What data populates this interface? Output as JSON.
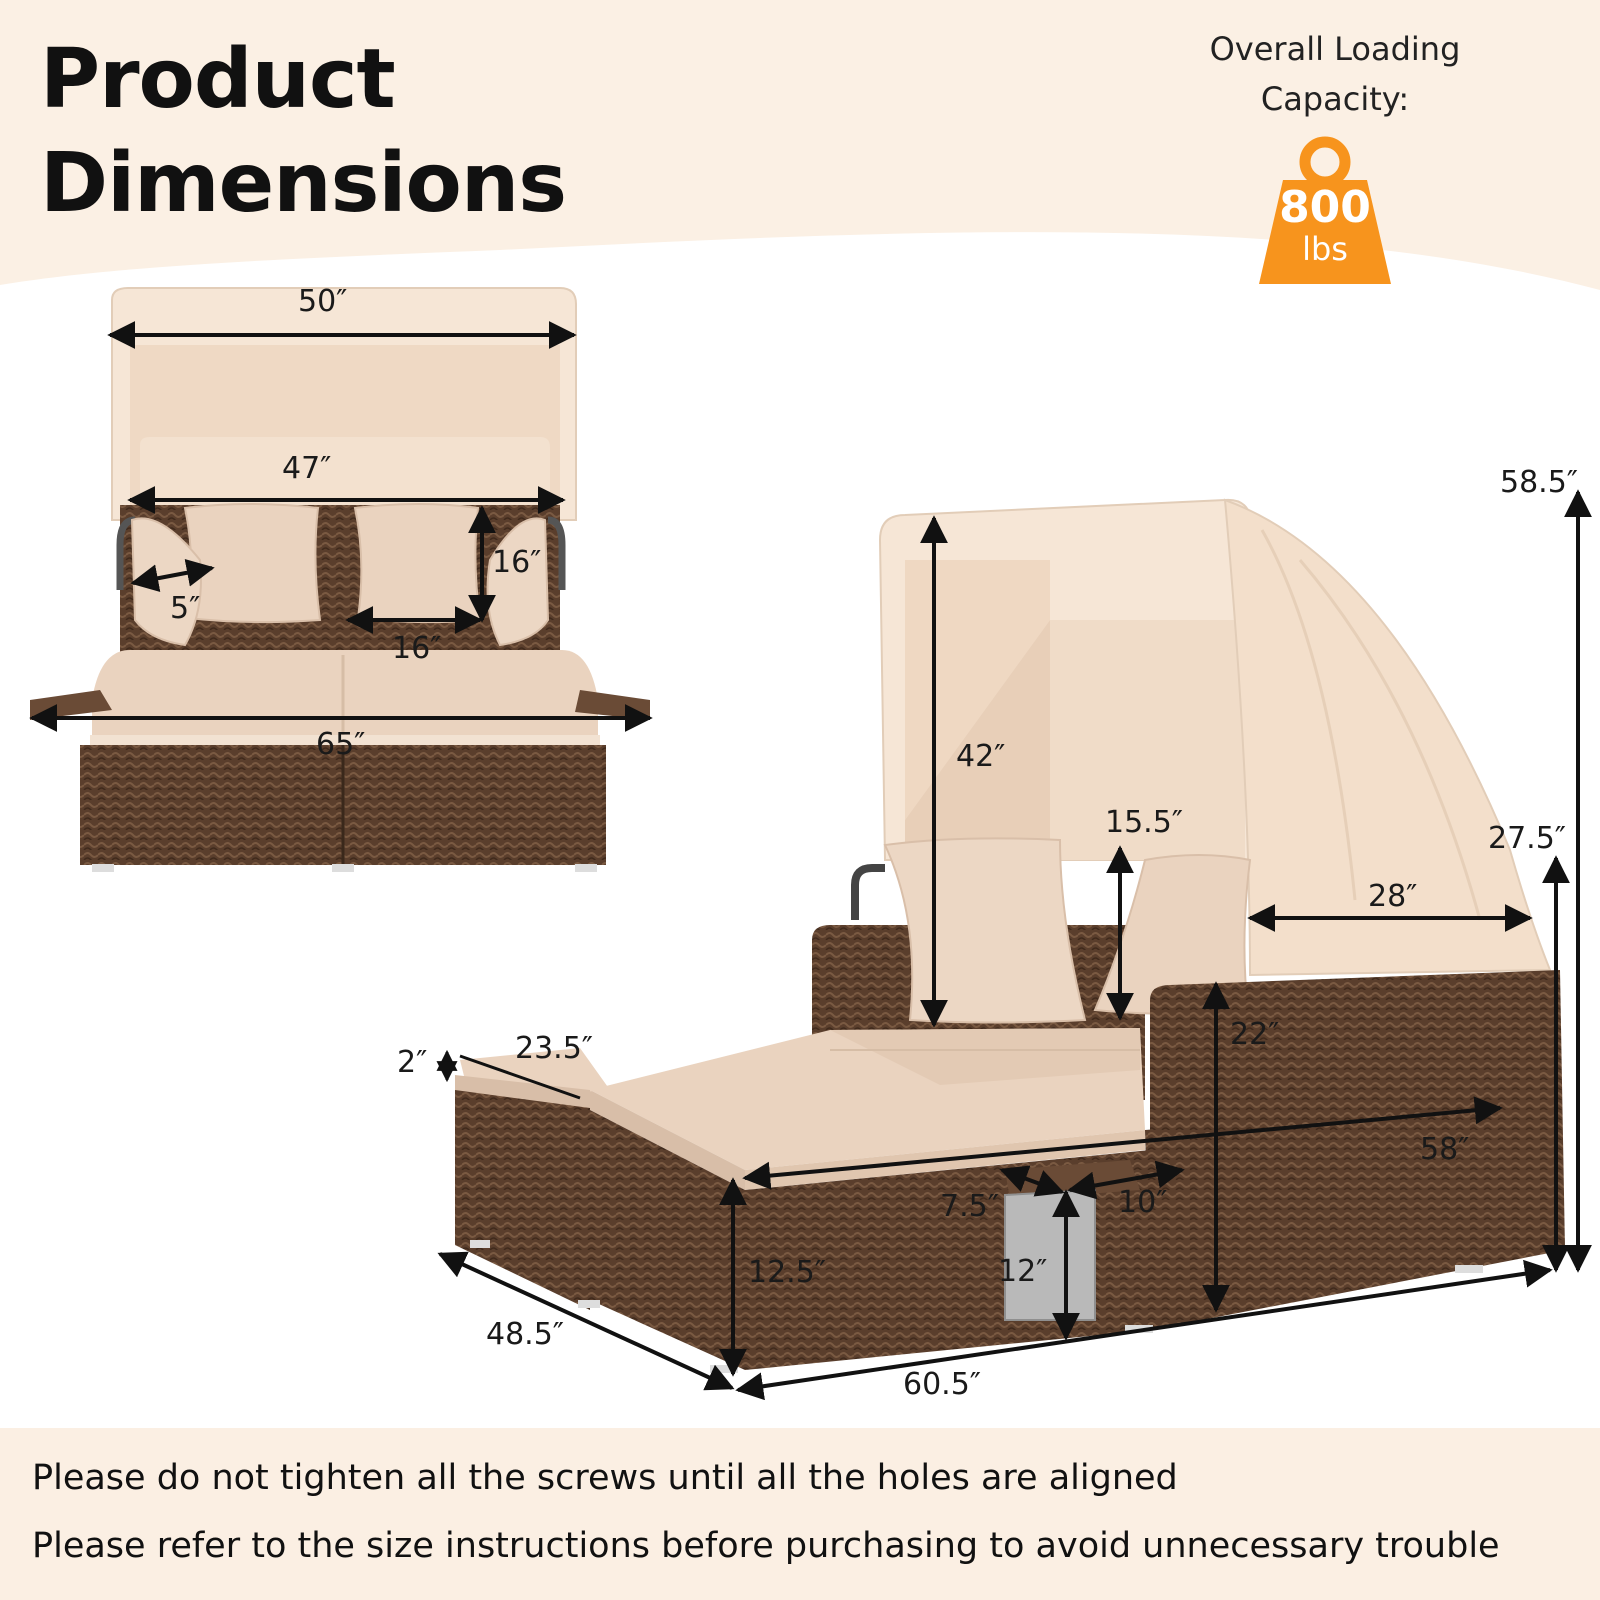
{
  "header": {
    "title_line1": "Product",
    "title_line2": "Dimensions",
    "capacity_label_line1": "Overall Loading",
    "capacity_label_line2": "Capacity:",
    "capacity_value": "800",
    "capacity_unit": "lbs"
  },
  "front_view": {
    "canopy_width": "50″",
    "inner_width": "47″",
    "armrest_depth": "5″",
    "pillow_height": "16″",
    "pillow_width": "16″",
    "extended_width": "65″"
  },
  "side_view": {
    "overall_height": "58.5″",
    "canopy_height": "42″",
    "pillow_height": "15.5″",
    "canopy_extension_height": "27.5″",
    "canopy_depth": "28″",
    "backrest_height": "22″",
    "cushion_thickness": "2″",
    "ottoman_depth": "23.5″",
    "length": "58″",
    "tray_depth": "7.5″",
    "tray_width": "10″",
    "tray_height": "12″",
    "seat_height": "12.5″",
    "width": "48.5″",
    "overall_length": "60.5″"
  },
  "footer": {
    "note1": "Please do not tighten all the screws until all the holes are aligned",
    "note2": "Please refer to the size instructions before purchasing to avoid unnecessary trouble"
  },
  "colors": {
    "background_top": "#fbf0e4",
    "canopy": "#f5e4d3",
    "cushion": "#e9d2bd",
    "wicker": "#5a3e2c",
    "weight_badge": "#f7941d"
  }
}
